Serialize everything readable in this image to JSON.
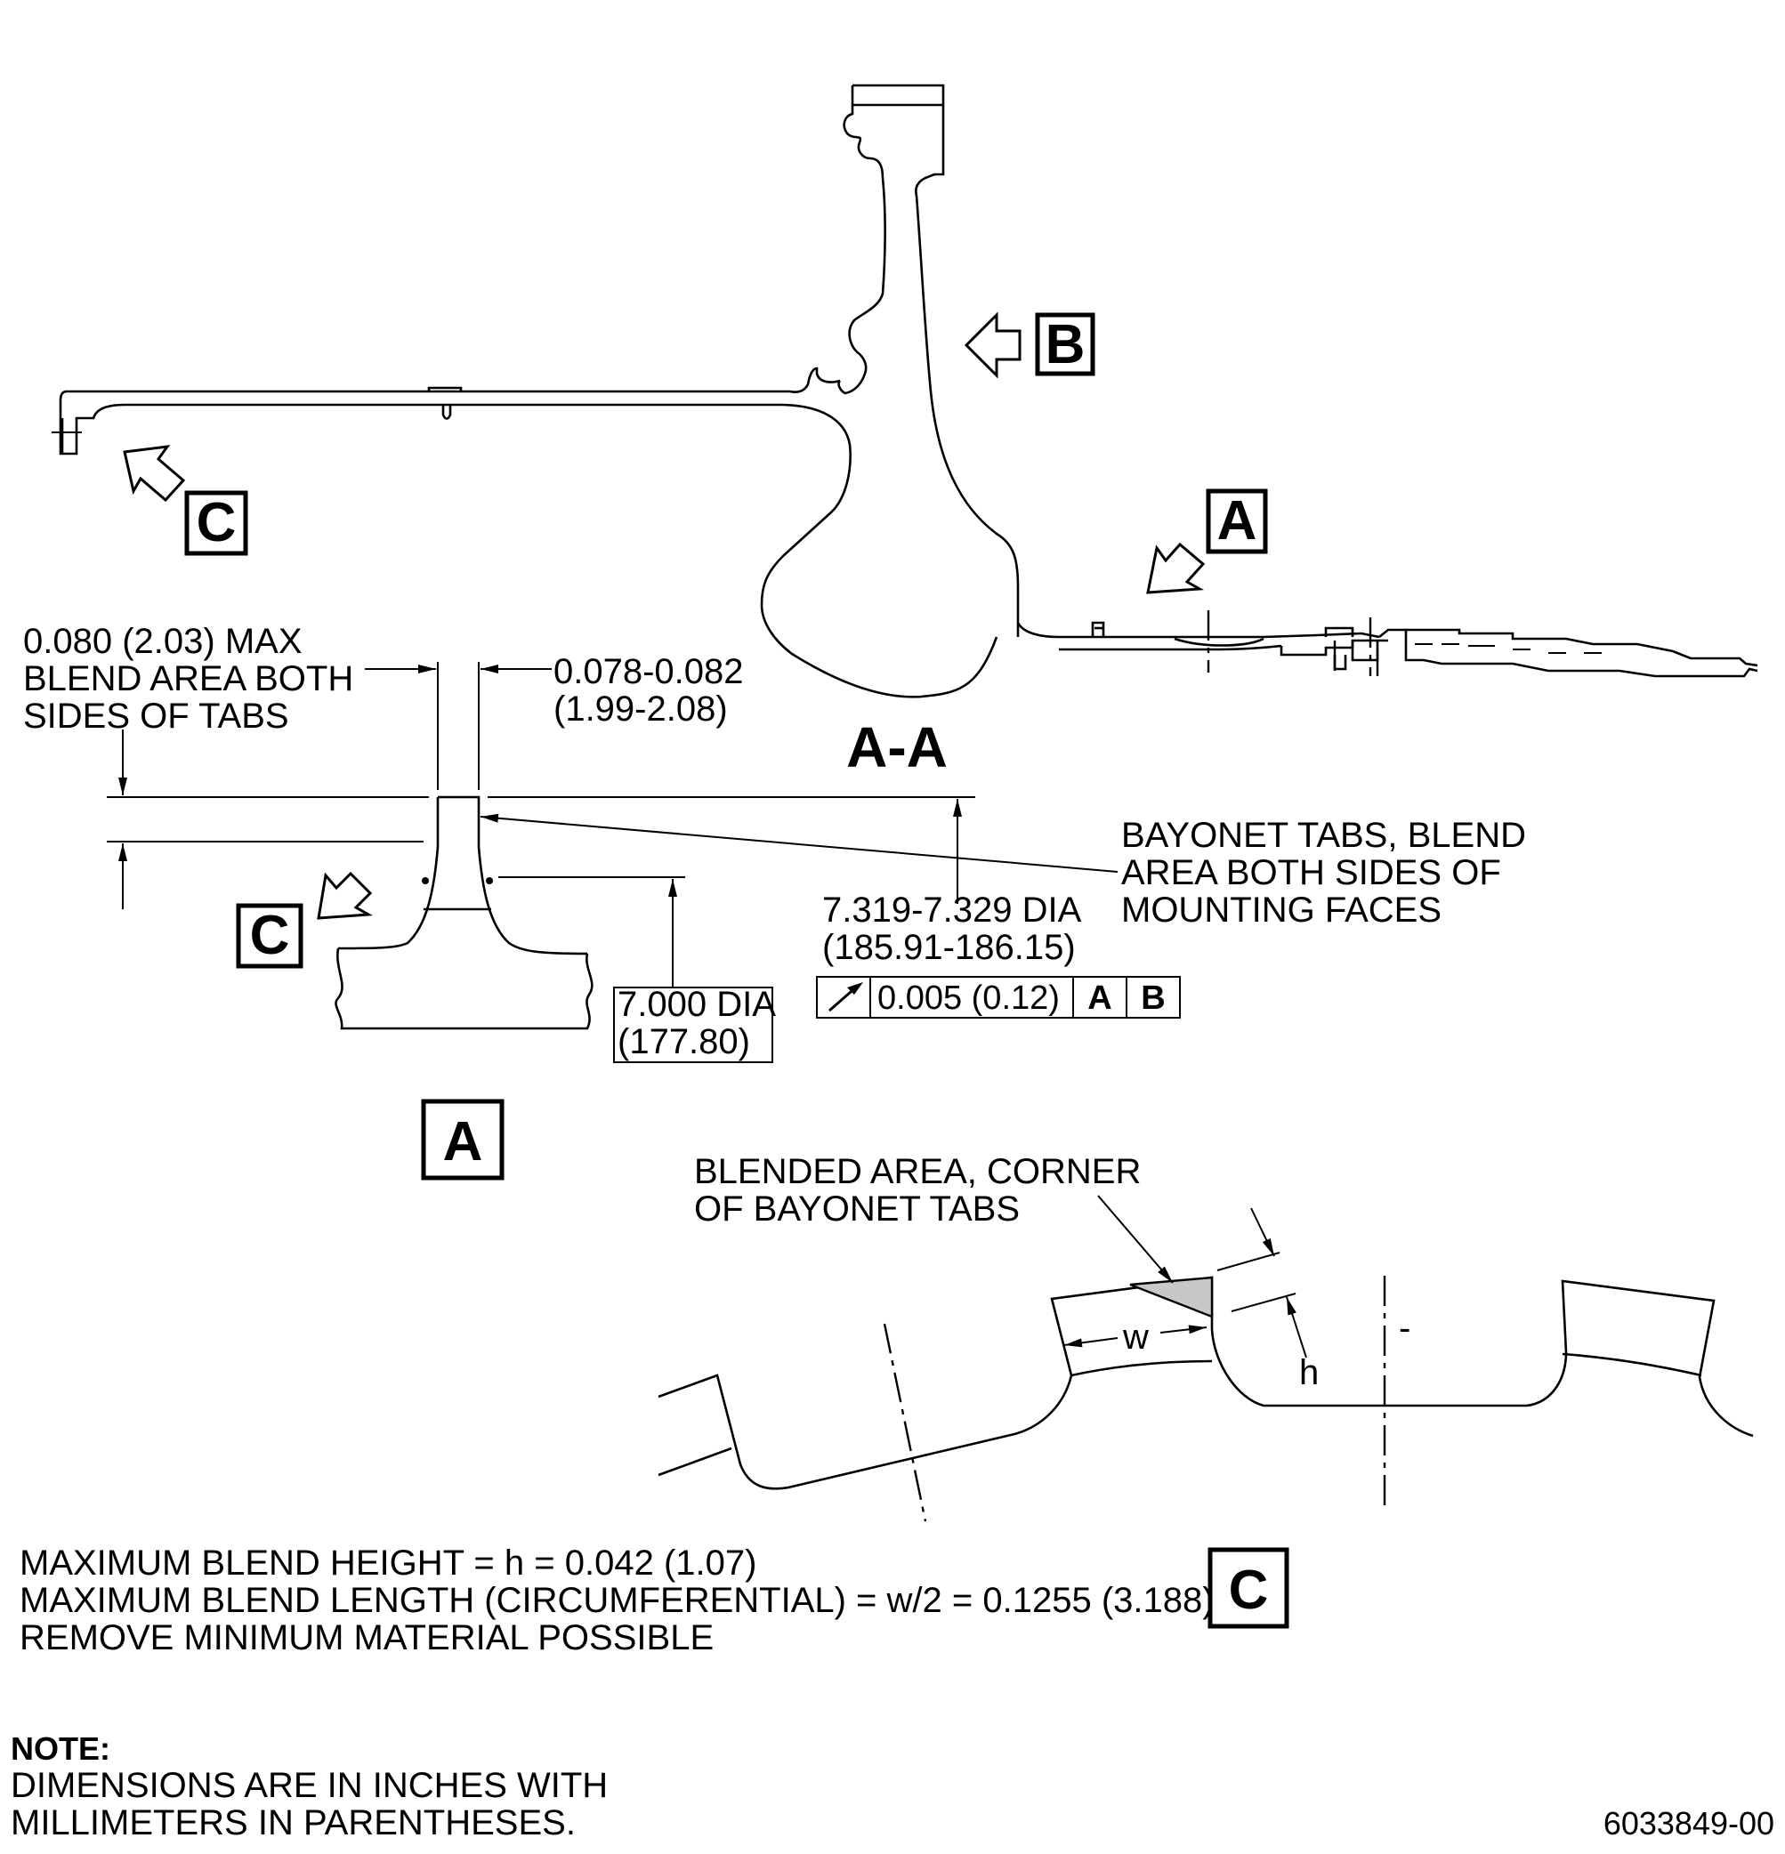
{
  "view_labels": {
    "top_b": "B",
    "top_a": "A",
    "top_c": "C",
    "detail_a": "A",
    "detail_c_arrow": "C",
    "detail_c": "C"
  },
  "section_title": "A-A",
  "detail_a": {
    "max_blend_note": [
      "0.080 (2.03) MAX",
      "BLEND AREA BOTH",
      "SIDES OF TABS"
    ],
    "tab_width": [
      "0.078-0.082",
      "(1.99-2.08)"
    ],
    "bayonet_note": [
      "BAYONET TABS, BLEND",
      "AREA BOTH SIDES OF",
      "MOUNTING FACES"
    ],
    "outer_dia": [
      "7.319-7.329 DIA",
      "(185.91-186.15)"
    ],
    "basic_dia": [
      "7.000 DIA",
      "(177.80)"
    ],
    "fcf": {
      "symbol": "runout-arrow-icon",
      "tolerance": "0.005 (0.12)",
      "datum_1": "A",
      "datum_2": "B"
    }
  },
  "detail_c": {
    "callout": [
      "BLENDED AREA, CORNER",
      "OF BAYONET TABS"
    ],
    "w_label": "w",
    "h_label": "h",
    "dash_label": "-",
    "blend_fill_color": "#c8c8c8"
  },
  "blend_limits": [
    "MAXIMUM BLEND HEIGHT = h = 0.042 (1.07)",
    "MAXIMUM BLEND LENGTH (CIRCUMFERENTIAL) = w/2 = 0.1255 (3.188)",
    "REMOVE MINIMUM MATERIAL POSSIBLE"
  ],
  "note": {
    "heading": "NOTE:",
    "lines": [
      "DIMENSIONS ARE IN INCHES WITH",
      "MILLIMETERS IN PARENTHESES."
    ]
  },
  "figure_id": "6033849-00"
}
